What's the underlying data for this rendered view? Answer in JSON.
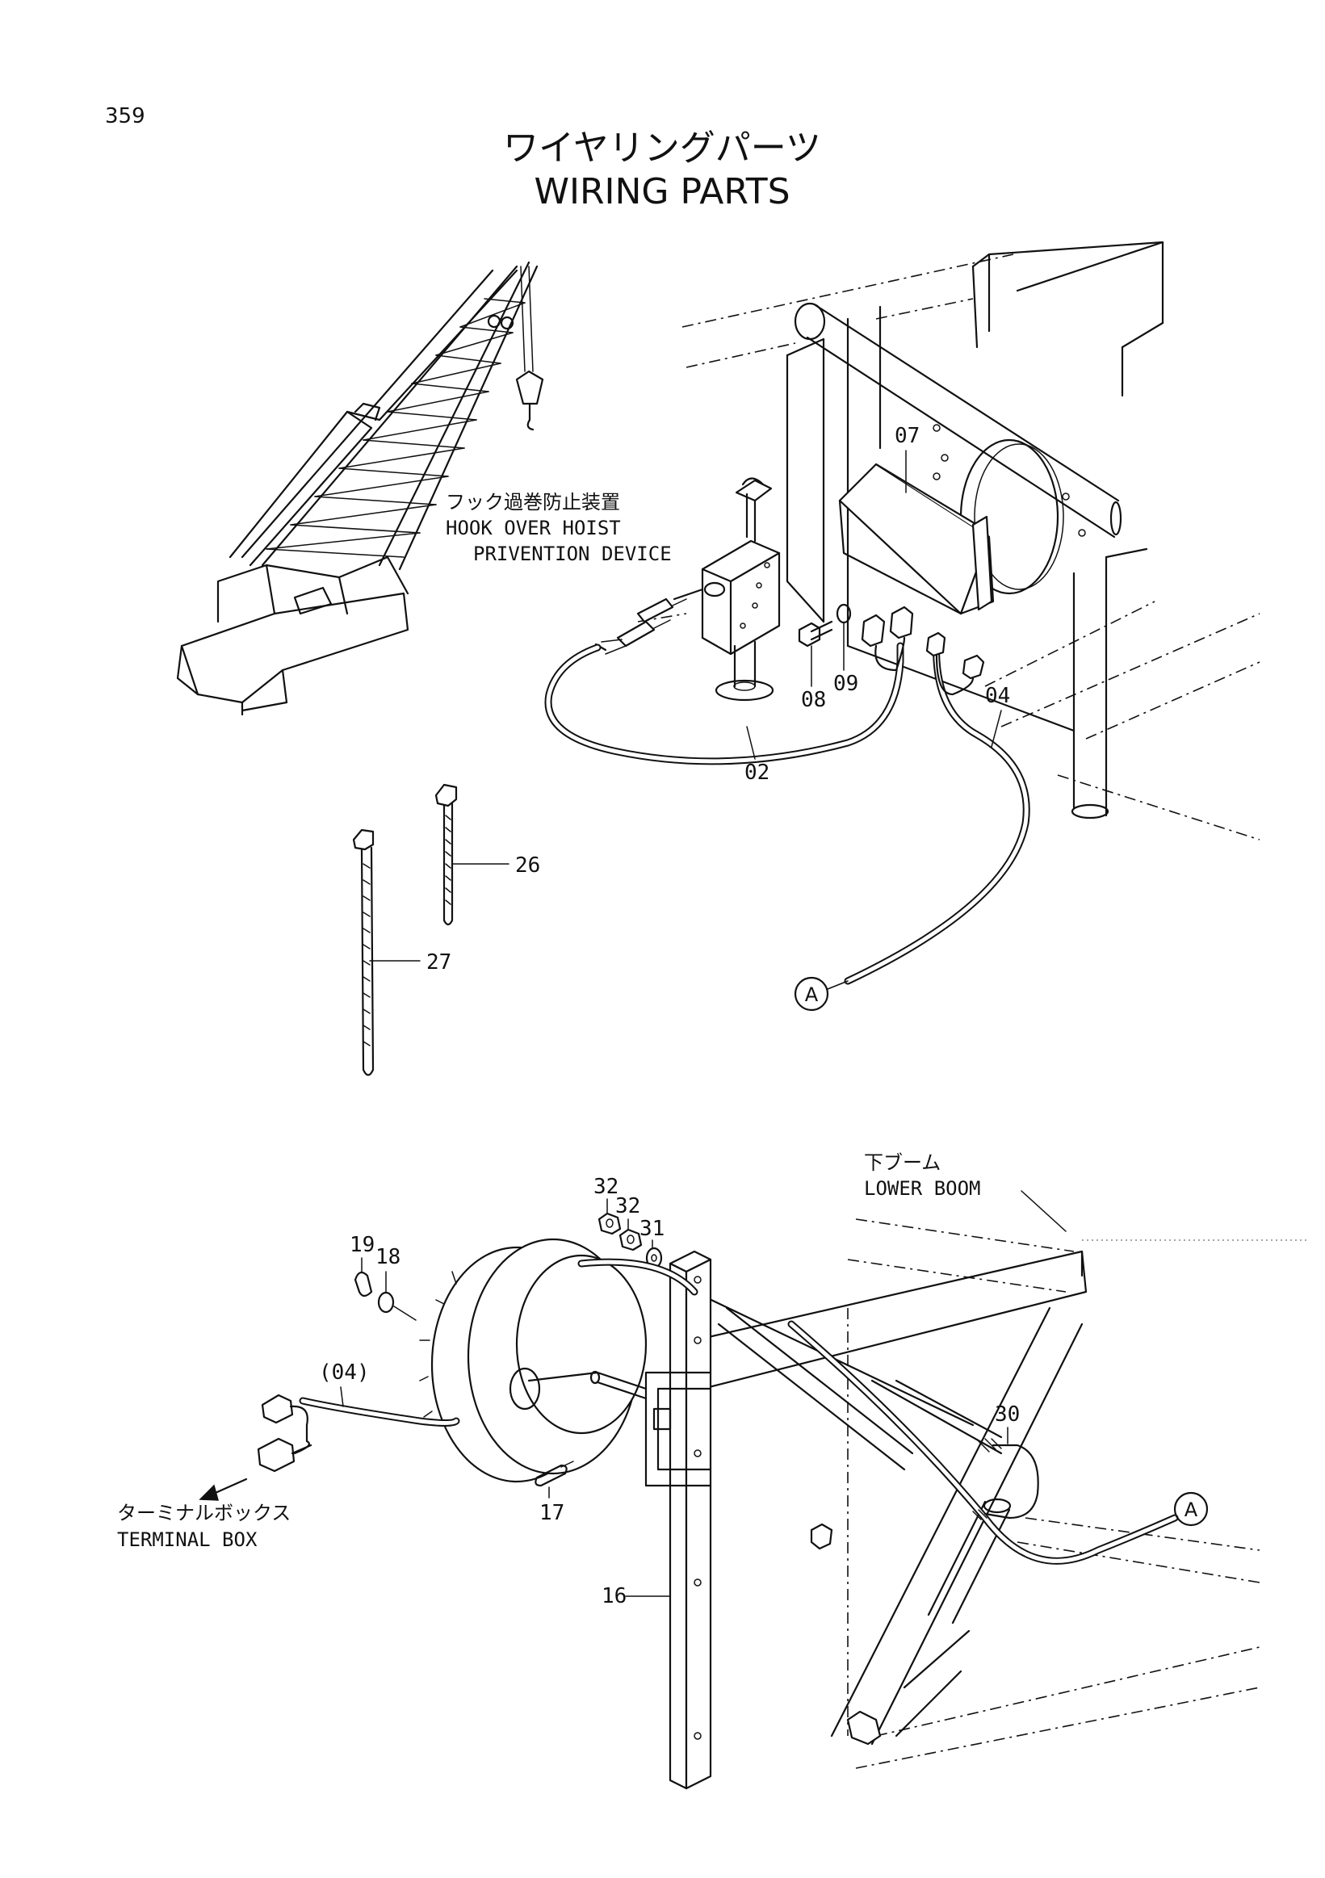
{
  "page": {
    "number": "359",
    "title_jp": "ワイヤリングパーツ",
    "title_en": "WIRING PARTS"
  },
  "notes": {
    "hook_jp": "フック過巻防止装置",
    "hook_en_1": "HOOK OVER HOIST",
    "hook_en_2": "PRIVENTION DEVICE",
    "boom_jp": "下ブーム",
    "boom_en": "LOWER BOOM",
    "terminal_jp": "ターミナルボックス",
    "terminal_en": "TERMINAL BOX"
  },
  "callouts": {
    "p07": "07",
    "p08": "08",
    "p09": "09",
    "p04": "04",
    "p02": "02",
    "p26": "26",
    "p27": "27",
    "p32a": "32",
    "p32b": "32",
    "p31": "31",
    "p19": "19",
    "p18": "18",
    "p04b": "(04)",
    "p30": "30",
    "p17": "17",
    "p16": "16"
  },
  "refs": {
    "a_top": "A",
    "a_bottom": "A"
  }
}
